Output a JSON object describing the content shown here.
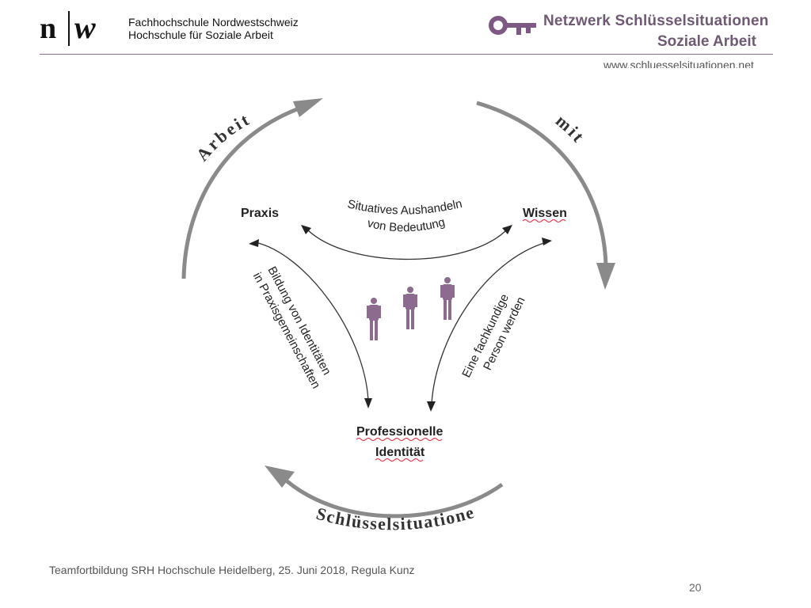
{
  "header": {
    "institution_line1": "Fachhochschule Nordwestschweiz",
    "institution_line2": "Hochschule für Soziale Arbeit",
    "network_title": "Netzwerk Schlüsselsituationen",
    "network_subtitle": "Soziale Arbeit",
    "network_url": "www.schluesselsituationen.net"
  },
  "diagram": {
    "outer_arc_top_left": "Arbeit",
    "outer_arc_top_right": "mit",
    "outer_arc_bottom": "Schlüsselsituationen",
    "node_praxis": "Praxis",
    "node_wissen": "Wissen",
    "node_identity_line1": "Professionelle",
    "node_identity_line2": "Identität",
    "edge_top_line1": "Situatives Aushandeln",
    "edge_top_line2": "von Bedeutung",
    "edge_left_line1": "Bildung von Identitäten",
    "edge_left_line2": "in Praxisgemeinschaften",
    "edge_right_line1": "Eine fachkundige",
    "edge_right_line2": "Person werden"
  },
  "colors": {
    "brand_purple": "#6f5a73",
    "figure_purple": "#8c6b8f",
    "arc_gray": "#8a8a8a"
  },
  "footer": {
    "text": "Teamfortbildung SRH Hochschule Heidelberg, 25. Juni 2018, Regula Kunz",
    "page_number": "20"
  }
}
